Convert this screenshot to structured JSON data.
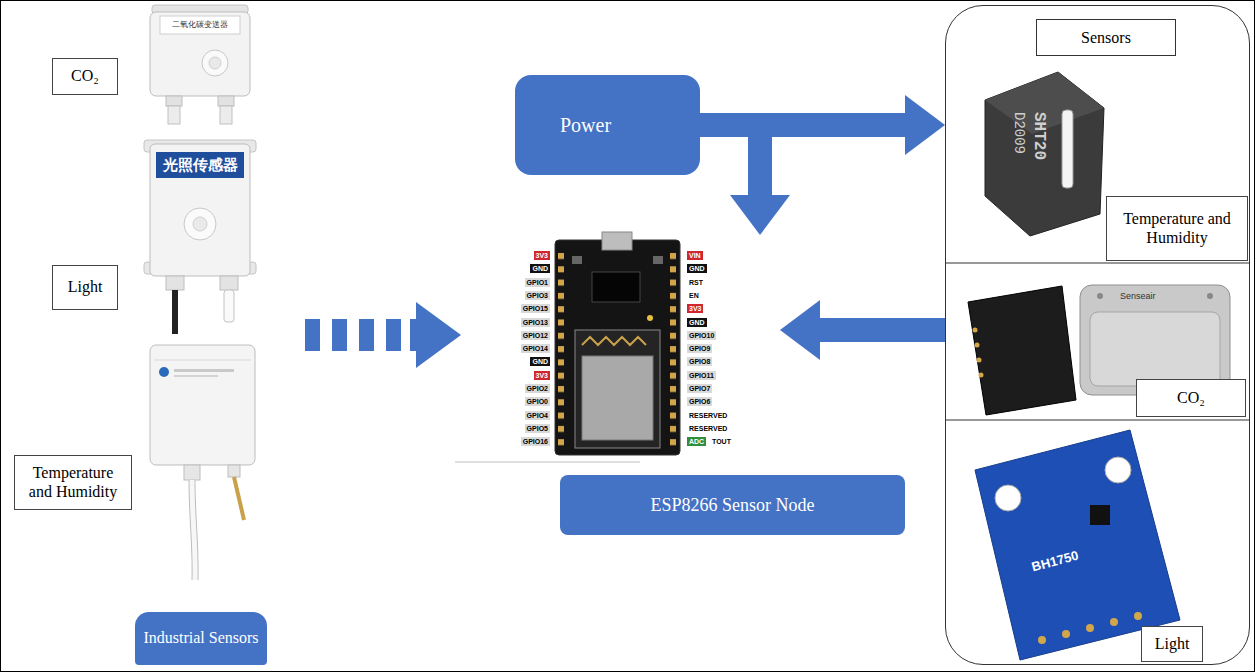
{
  "diagram": {
    "nodes": [
      {
        "text": [
          "CO₂"
        ]
      },
      {
        "text": [
          "Light"
        ]
      },
      {
        "text": [
          "Temperature and Humidity"
        ]
      },
      {
        "text": [
          "Industrial Sensors"
        ]
      },
      {
        "text": [
          "Power"
        ]
      },
      {
        "text": [
          "3V3",
          "GND",
          "GPIO1",
          "GPIO3",
          "GPIO15",
          "GPIO13",
          "GPIO12",
          "GPIO14",
          "GND",
          "3V3",
          "GPIO2",
          "GPIO0",
          "GPIO4",
          "GPIO5",
          "GPIO16",
          "VIN",
          "GND",
          "RST",
          "EN",
          "3V3",
          "GND",
          "GPIO10",
          "GPIO9",
          "GPIO8",
          "GPIO11",
          "GPIO7",
          "GPIO6",
          "RESERVED",
          "RESERVED",
          "ADC",
          "TOUT"
        ]
      },
      {
        "text": [
          "ESP8266 Sensor Node"
        ]
      },
      {
        "text": [
          "Sensors"
        ]
      },
      {
        "text": [
          "Temperature and Humidity"
        ],
        "in": 7
      },
      {
        "text": [
          "CO₂"
        ],
        "in": 7
      },
      {
        "text": [
          "Light"
        ],
        "in": 7
      }
    ],
    "edges": [
      {
        "from": 4,
        "to": 7,
        "arrow": "to"
      },
      {
        "from": 4,
        "to": 5,
        "arrow": "to"
      },
      {
        "from": 7,
        "to": 5,
        "arrow": "to"
      }
    ],
    "labels": [
      "二氧化碳变送器",
      "光照传感器",
      "SHT20",
      "D2009",
      "Senseair",
      "BH1750"
    ]
  }
}
